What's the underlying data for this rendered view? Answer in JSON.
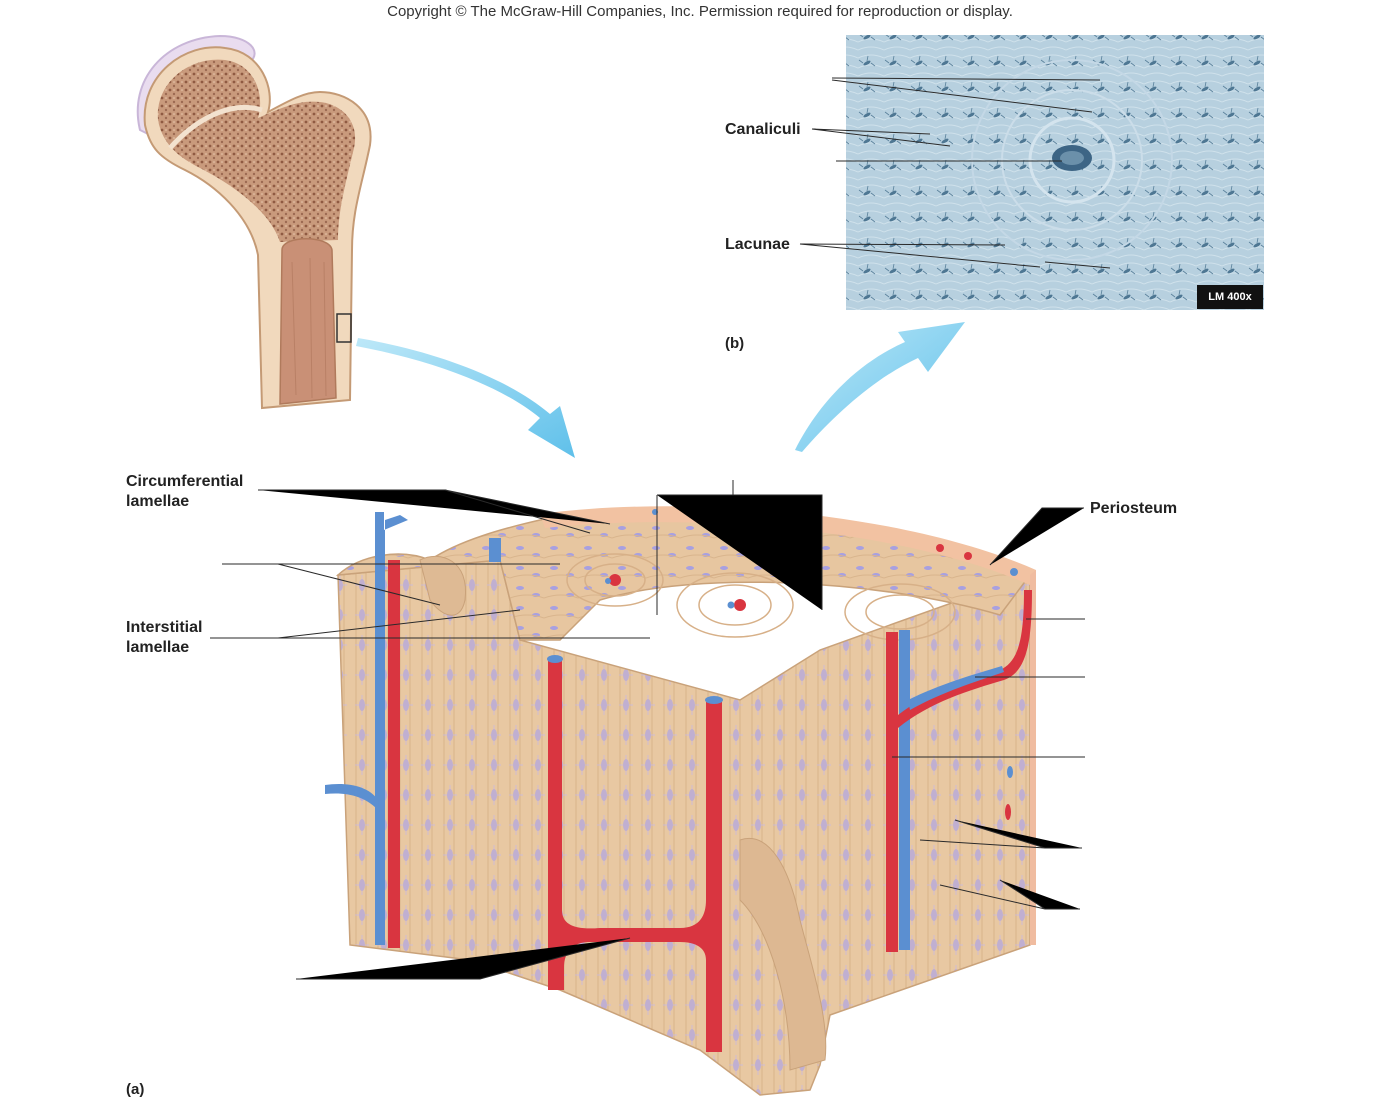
{
  "copyright": "Copyright © The McGraw-Hill Companies, Inc. Permission required for reproduction or display.",
  "labels": {
    "canaliculi": "Canaliculi",
    "lacunae": "Lacunae",
    "panel_b": "(b)",
    "panel_a": "(a)",
    "circumferential_line1": "Circumferential",
    "circumferential_line2": "lamellae",
    "interstitial_line1": "Interstitial",
    "interstitial_line2": "lamellae",
    "periosteum": "Periosteum",
    "micrograph_badge": "LM 400x"
  },
  "colors": {
    "bone_tan": "#e6c49c",
    "bone_light": "#f2dcc0",
    "spongy_bone": "#b07a5c",
    "artery_red": "#d93540",
    "vein_blue": "#5b8fd1",
    "osteocyte_purple": "#a9a2e0",
    "arrow_blue": "#7fd0ef",
    "micrograph_blue": "#a9c6d8",
    "periosteum": "#f4c6a8"
  },
  "icons": {
    "left_arrow": "curved-arrow-icon",
    "right_arrow": "curved-arrow-icon"
  }
}
